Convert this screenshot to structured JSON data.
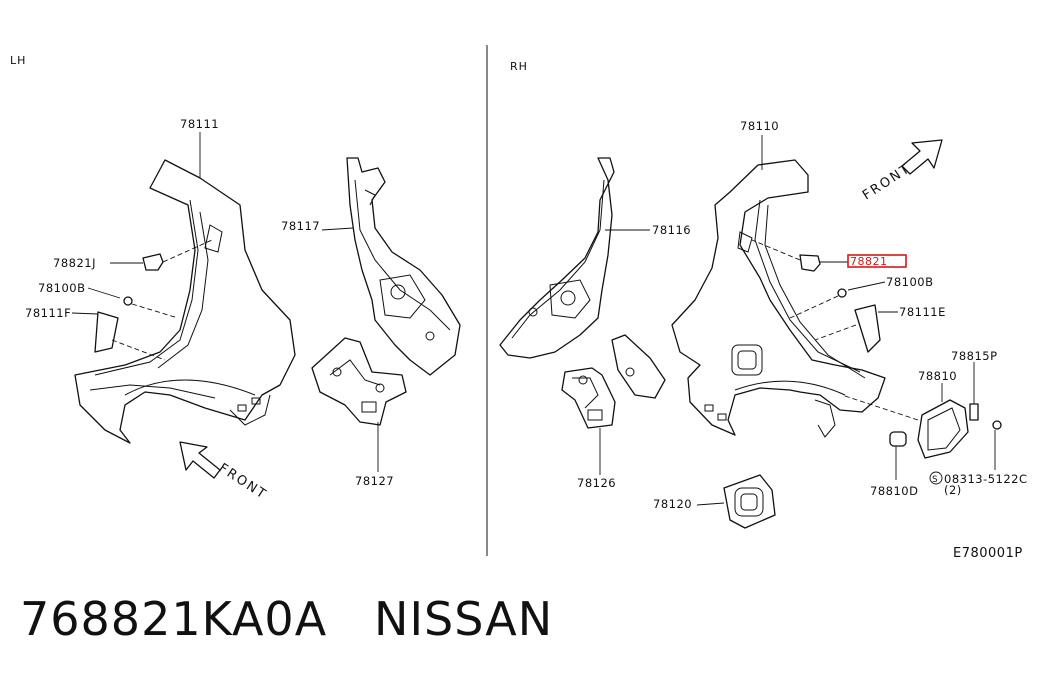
{
  "diagram": {
    "side_left": "LH",
    "side_right": "RH",
    "front_left": "FRONT",
    "front_right": "FRONT",
    "drawing_code": "E780001P",
    "highlight_color": "#d21a1a",
    "parts": {
      "p78111": "78111",
      "p78117": "78117",
      "p78821J": "78821J",
      "p78100B_left": "78100B",
      "p78111F": "78111F",
      "p78127": "78127",
      "p78110": "78110",
      "p78116": "78116",
      "p78821_highlight": "78821",
      "p78100B_right": "78100B",
      "p78111E": "78111E",
      "p78815P": "78815P",
      "p78810": "78810",
      "p78126": "78126",
      "p78810D": "78810D",
      "p08313": "08313-5122C",
      "p08313_qty": "(2)",
      "p08313_prefix": "S",
      "p78120": "78120"
    }
  },
  "caption": {
    "part_number": "768821KA0A",
    "brand": "NISSAN"
  }
}
